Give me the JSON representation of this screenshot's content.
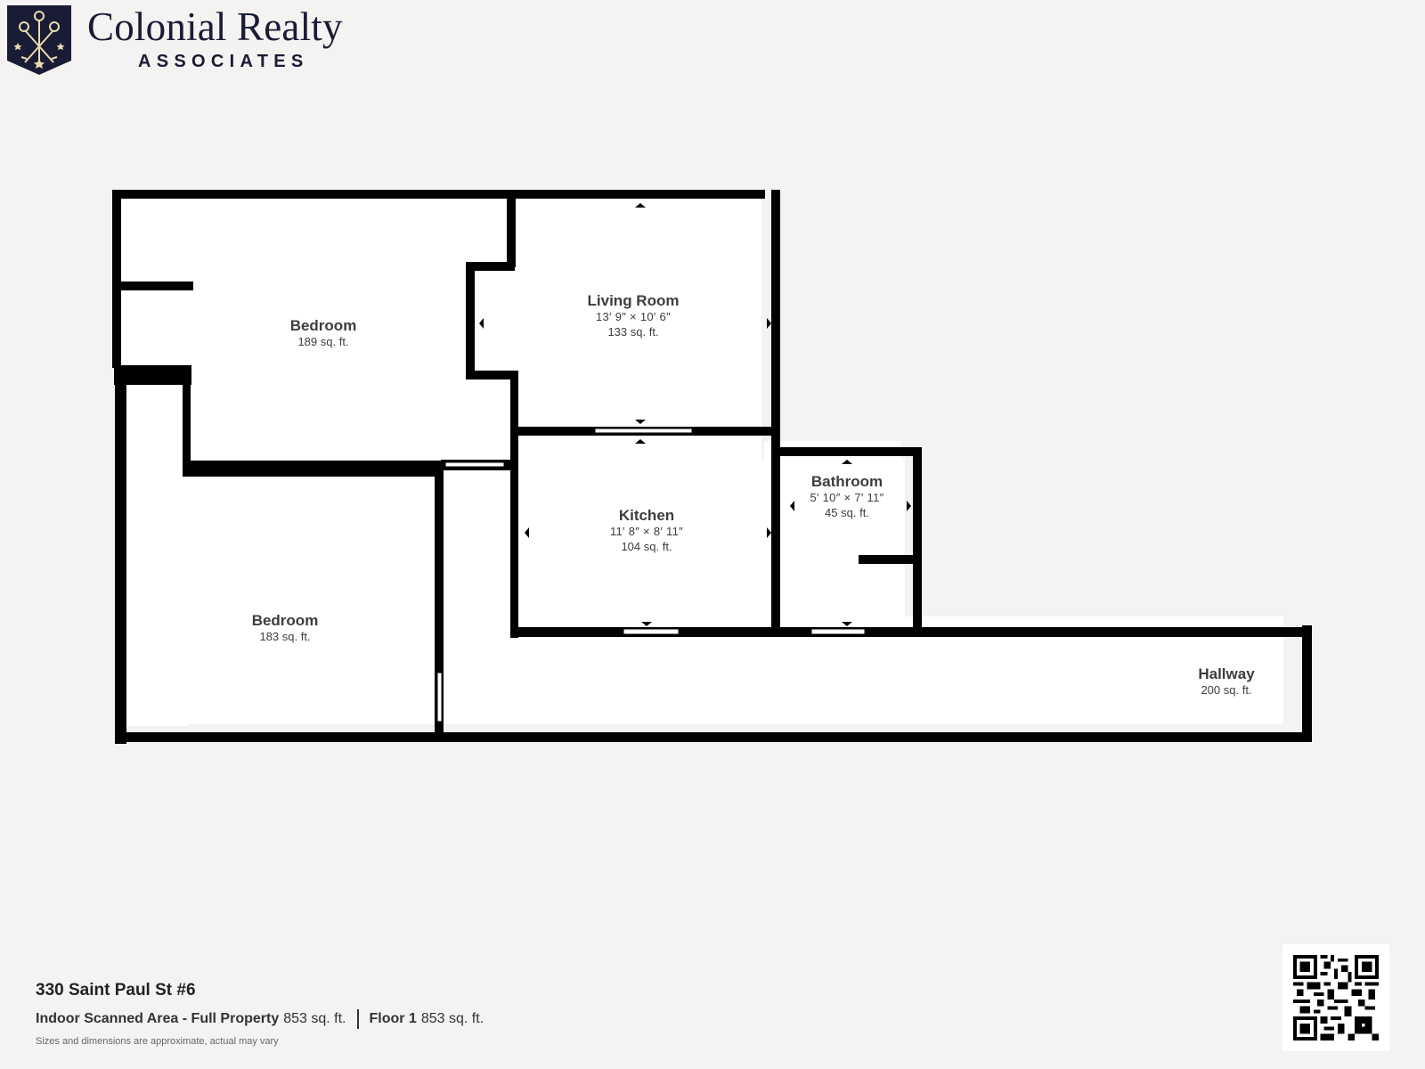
{
  "brand": {
    "name": "Colonial Realty",
    "subtitle": "ASSOCIATES",
    "logo_icon": "crossed-keys-shield-icon",
    "colors": {
      "navy": "#1a1b35",
      "gold": "#e8dcae"
    }
  },
  "floorplan": {
    "rooms": [
      {
        "name": "Bedroom",
        "dimensions": "",
        "area": "189 sq. ft."
      },
      {
        "name": "Living Room",
        "dimensions": "13′ 9″ × 10′ 6″",
        "area": "133 sq. ft."
      },
      {
        "name": "Kitchen",
        "dimensions": "11′ 8″ × 8′ 11″",
        "area": "104 sq. ft."
      },
      {
        "name": "Bathroom",
        "dimensions": "5′ 10″ × 7′ 11″",
        "area": "45 sq. ft."
      },
      {
        "name": "Bedroom",
        "dimensions": "",
        "area": "183 sq. ft."
      },
      {
        "name": "Hallway",
        "dimensions": "",
        "area": "200 sq. ft."
      }
    ],
    "colors": {
      "wall": "#000000",
      "floor": "#ffffff",
      "background": "#f4f3f1"
    }
  },
  "footer": {
    "address": "330 Saint Paul St #6",
    "indoor_label": "Indoor Scanned Area - Full Property",
    "indoor_value": "853 sq. ft.",
    "floor_label": "Floor 1",
    "floor_value": "853 sq. ft.",
    "disclaimer": "Sizes and dimensions are approximate, actual may vary"
  },
  "qr_code": {
    "icon": "qr-code-icon"
  }
}
